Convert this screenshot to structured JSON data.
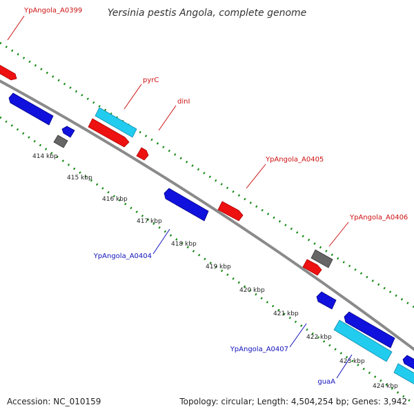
{
  "title": "Yersinia pestis Angola, complete genome",
  "footer": {
    "accession": "Accession: NC_010159",
    "summary": "Topology: circular; Length: 4,504,254 bp; Genes: 3,942"
  },
  "colors": {
    "forward_gene": "#ee1111",
    "reverse_gene": "#1111dd",
    "rna_gene": "#22ccee",
    "other_gene": "#666666",
    "backbone": "#8a8a8a",
    "tick_dots": "#118811",
    "forward_label": "#cc1111",
    "reverse_label": "#1111bb"
  },
  "scale": {
    "ticks": [
      "414 kbp",
      "415 kbp",
      "416 kbp",
      "417 kbp",
      "418 kbp",
      "419 kbp",
      "420 kbp",
      "421 kbp",
      "422 kbp",
      "423 kbp",
      "424 kbp"
    ]
  },
  "labels": {
    "forward": [
      "YpAngola_A0399",
      "pyrC",
      "dinI",
      "YpAngola_A0405",
      "YpAngola_A0406"
    ],
    "reverse": [
      "YpAngola_A0404",
      "YpAngola_A0407",
      "guaA"
    ]
  }
}
